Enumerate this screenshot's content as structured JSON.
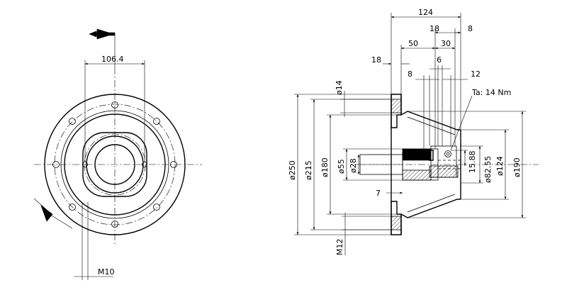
{
  "front_view": {
    "dim_bolt_spacing": "106.4",
    "thread_label": "M10"
  },
  "side_view": {
    "dim_total_length": "124",
    "dim_18_top": "18",
    "dim_8_top": "8",
    "dim_50": "50",
    "dim_30": "30",
    "dim_18_left": "18",
    "dim_8_mid": "8",
    "dim_6": "6",
    "dim_12": "12",
    "torque_label": "Ta: 14 Nm",
    "dim_hole": "ø14",
    "dim_d250": "ø250",
    "dim_d215": "ø215",
    "dim_d180": "ø180",
    "dim_d55": "ø55",
    "dim_d28": "ø28",
    "dim_7": "7",
    "dim_15_88": "15.88",
    "dim_d82_55": "ø82.55",
    "dim_d124": "ø124",
    "dim_d190": "ø190",
    "thread_label": "M12"
  }
}
